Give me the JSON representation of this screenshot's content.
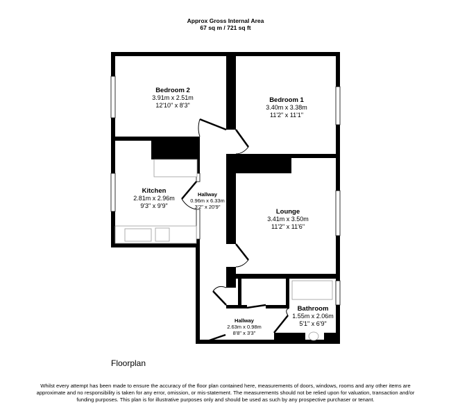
{
  "header": {
    "line1": "Approx Gross Internal Area",
    "line2": "67 sq m / 721 sq ft"
  },
  "rooms": [
    {
      "name": "Bedroom 2",
      "metric": "3.91m x 2.51m",
      "imperial": "12'10\" x 8'3\""
    },
    {
      "name": "Bedroom 1",
      "metric": "3.40m x 3.38m",
      "imperial": "11'2\" x 11'1\""
    },
    {
      "name": "Kitchen",
      "metric": "2.81m x 2.96m",
      "imperial": "9'3\" x 9'9\""
    },
    {
      "name": "Hallway",
      "metric": "0.96m x 6.33m",
      "imperial": "3'2\" x 20'9\""
    },
    {
      "name": "Lounge",
      "metric": "3.41m x 3.50m",
      "imperial": "11'2\" x 11'6\""
    },
    {
      "name": "Bathroom",
      "metric": "1.55m x 2.06m",
      "imperial": "5'1\" x 6'9\""
    },
    {
      "name": "Hallway",
      "metric": "2.63m x 0.98m",
      "imperial": "8'8\" x 3'3\""
    }
  ],
  "floor_label": "Floorplan",
  "disclaimer": "Whilst every attempt has been made to ensure the accuracy of the floor plan contained here, measurements of doors, windows, rooms and any other items are approximate and no responsibility is taken for any error, omission, or mis-statement. The measurements should not be relied upon for valuation, transaction and/or funding purposes. This plan is for illustrative purposes only and should be used as such by any prospective purchaser or tenant."
}
